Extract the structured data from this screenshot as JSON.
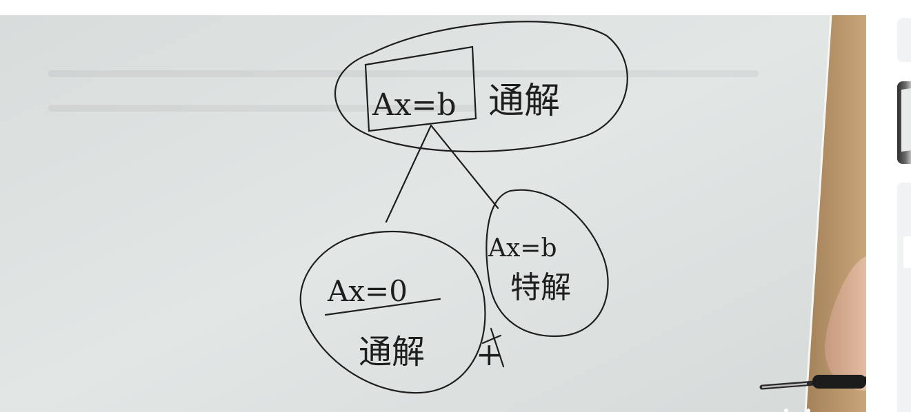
{
  "video": {
    "board_texts": {
      "top_equation": "Ax=b",
      "top_word": "通解",
      "left_equation": "Ax=0",
      "left_word": "通解",
      "right_equation": "Ax=b",
      "right_word": "特解",
      "plus_sign": "+"
    }
  },
  "colors": {
    "whiteboard": "#dfe3e2",
    "ink": "#1e1e1e",
    "wood": "#b08a5e",
    "card": "#f1f2f3"
  }
}
